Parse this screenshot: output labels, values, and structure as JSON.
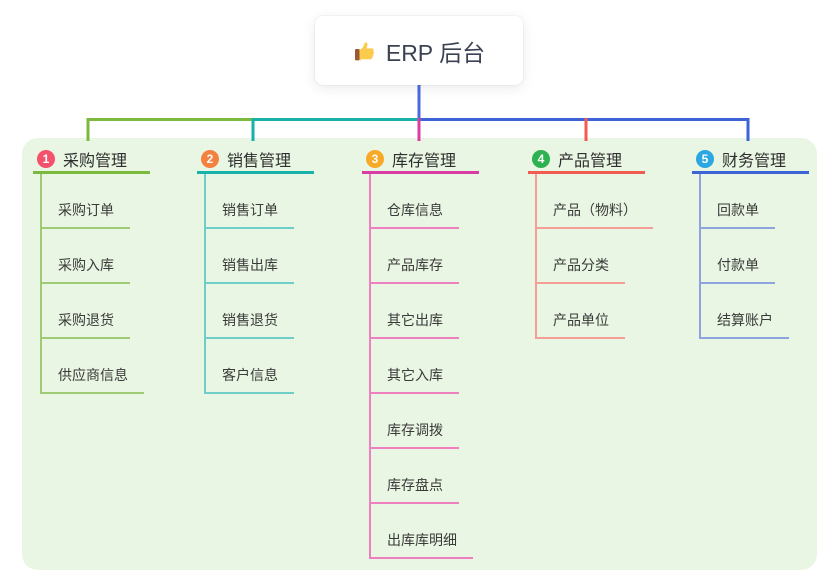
{
  "root": {
    "label": "ERP 后台",
    "icon": "thumbs-up-icon"
  },
  "canvas": {
    "panel_bg": "#E9F6E3",
    "root_connector_color": "#4C68E0"
  },
  "branches": [
    {
      "num": "1",
      "label": "采购管理",
      "badge_color": "#F4516C",
      "accent": "#7CB93F",
      "light": "#9ECB74",
      "children": [
        "采购订单",
        "采购入库",
        "采购退货",
        "供应商信息"
      ]
    },
    {
      "num": "2",
      "label": "销售管理",
      "badge_color": "#F5813E",
      "accent": "#18B2AA",
      "light": "#6FCEC5",
      "children": [
        "销售订单",
        "销售出库",
        "销售退货",
        "客户信息"
      ]
    },
    {
      "num": "3",
      "label": "库存管理",
      "badge_color": "#F7A927",
      "accent": "#D93CA2",
      "light": "#EE80C0",
      "children": [
        "仓库信息",
        "产品库存",
        "其它出库",
        "其它入库",
        "库存调拨",
        "库存盘点",
        "出库库明细"
      ]
    },
    {
      "num": "4",
      "label": "产品管理",
      "badge_color": "#2EB150",
      "accent": "#F25B52",
      "light": "#F59E96",
      "children": [
        "产品（物料）",
        "产品分类",
        "产品单位"
      ]
    },
    {
      "num": "5",
      "label": "财务管理",
      "badge_color": "#2BA7E1",
      "accent": "#3E63D7",
      "light": "#8EA4DC",
      "children": [
        "回款单",
        "付款单",
        "结算账户"
      ]
    }
  ]
}
